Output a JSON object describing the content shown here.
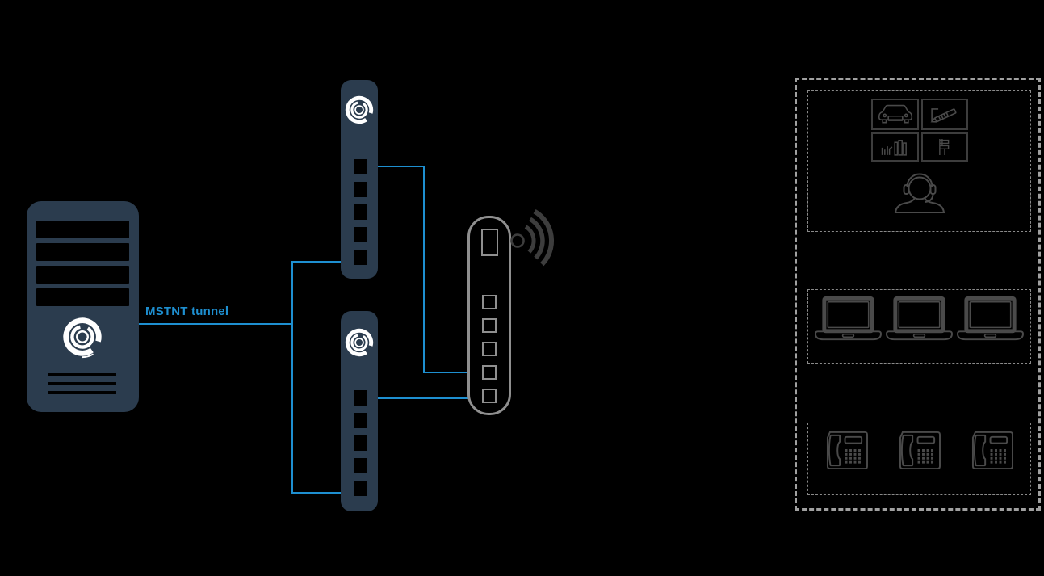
{
  "diagram": {
    "background": "#000000",
    "labels": {
      "tunnel": "MSTNT tunnel"
    },
    "colors": {
      "device_body": "#2b3c4e",
      "connection_blue": "#1e8fd0",
      "router_outline": "#8f8f8f",
      "endpoint_icon_gray": "#4a4a4a",
      "outer_dash_gray": "#a0a0a0",
      "inner_dash_gray": "#8a8a8a",
      "logo_white": "#ffffff"
    },
    "nodes": {
      "server": {
        "kind": "server-tower",
        "drive_bays": 4,
        "vents": 3,
        "logo": "swirl-logo-icon"
      },
      "appliance_top": {
        "kind": "rack-appliance",
        "ports": 5,
        "logo": "swirl-logo-icon"
      },
      "appliance_bottom": {
        "kind": "rack-appliance",
        "ports": 5,
        "logo": "swirl-logo-icon"
      },
      "router": {
        "kind": "wireless-router",
        "uplink_ports": 1,
        "lan_ports": 5,
        "icon": "wifi-signal-icon"
      },
      "endpoints": {
        "media_group": {
          "panel_icons": [
            "car-icon",
            "pen-icon",
            "books-icon",
            "checklist-icon"
          ],
          "below_icon": "support-agent-headset-icon"
        },
        "laptop_group": {
          "icon": "laptop-icon",
          "count": 3
        },
        "phone_group": {
          "icon": "desk-phone-icon",
          "count": 3
        }
      }
    },
    "connections": [
      "server to trunk (MSTNT tunnel)",
      "trunk to appliance-top",
      "trunk to appliance-bottom",
      "appliance-top to router",
      "appliance-bottom to router"
    ]
  }
}
